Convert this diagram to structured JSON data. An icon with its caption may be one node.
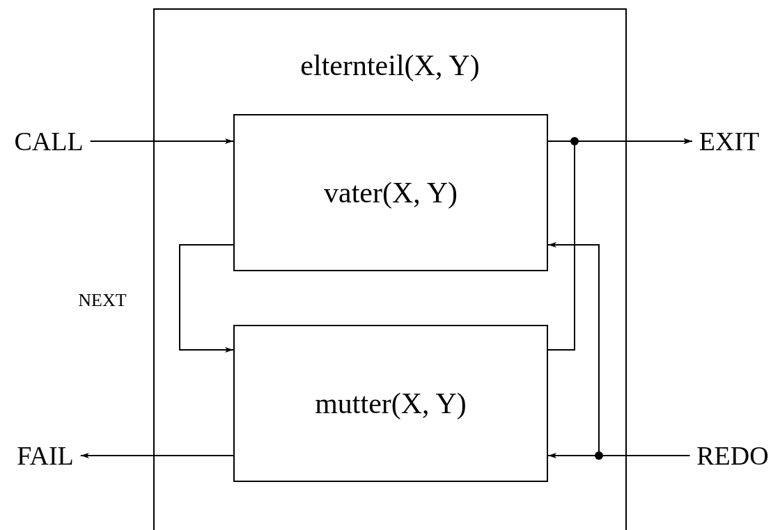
{
  "diagram": {
    "nodes": [
      {
        "text": [
          "elternteil(X, Y)"
        ]
      },
      {
        "text": [
          "vater(X, Y)"
        ],
        "in": 0
      },
      {
        "text": [
          "mutter(X, Y)"
        ],
        "in": 0
      },
      {
        "text": [
          "CALL"
        ]
      },
      {
        "text": [
          "EXIT"
        ]
      },
      {
        "text": [
          "FAIL"
        ]
      },
      {
        "text": [
          "REDO"
        ]
      }
    ],
    "edges": [
      {
        "from": 3,
        "to": 1,
        "arrow": "to"
      },
      {
        "from": 1,
        "to": 4,
        "arrow": "to"
      },
      {
        "from": 2,
        "to": 4,
        "arrow": "to"
      },
      {
        "from": 1,
        "to": 2,
        "label": "NEXT",
        "arrow": "to"
      },
      {
        "from": 2,
        "to": 5,
        "arrow": "to"
      },
      {
        "from": 6,
        "to": 2,
        "arrow": "to"
      },
      {
        "from": 6,
        "to": 1,
        "arrow": "to"
      }
    ]
  }
}
